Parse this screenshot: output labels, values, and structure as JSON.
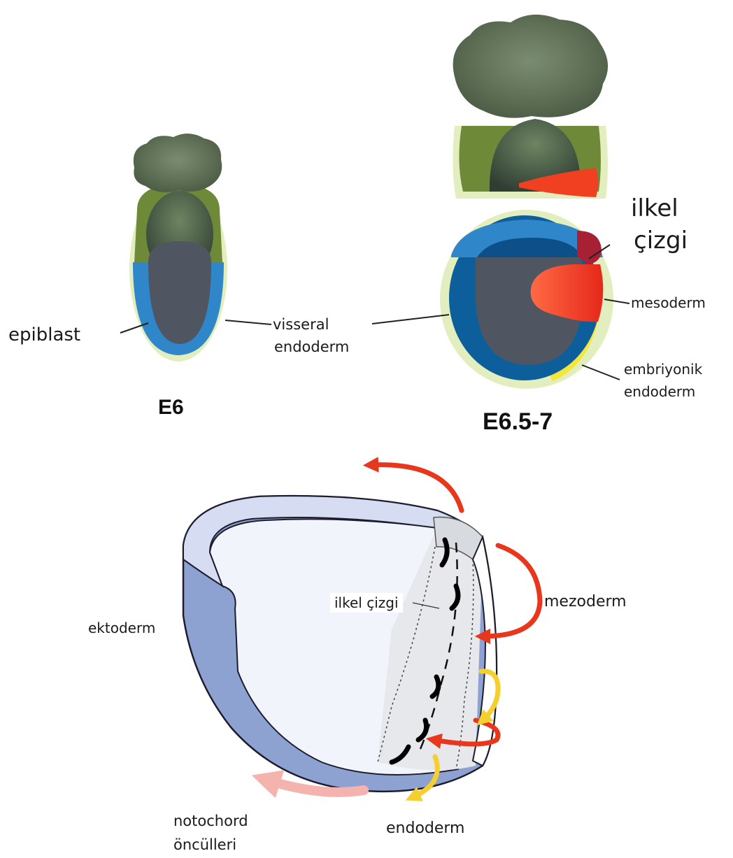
{
  "top": {
    "stages": {
      "e6": "E6",
      "e65": "E6.5-7"
    },
    "labels": {
      "epiblast": "epiblast",
      "visseral": "visseral",
      "visseral_endoderm": "endoderm",
      "ilkel_line1": "ilkel",
      "ilkel_line2": "çizgi",
      "mesoderm": "mesoderm",
      "embriyonik": "embriyonik",
      "embriyonik_endoderm": "endoderm"
    }
  },
  "bottom": {
    "labels": {
      "ilkel_cizgi": "ilkel çizgi",
      "mezoderm": "mezoderm",
      "ektoderm": "ektoderm",
      "notochord_line1": "notochord",
      "notochord_line2": "öncülleri",
      "endoderm": "endoderm"
    }
  },
  "colors": {
    "extraembryonic_dark": "#55684a",
    "extraembryonic_green": "#6e8a38",
    "outer_rim": "#e3eebf",
    "epiblast_blue": "#2f86c9",
    "epiblast_dark_blue": "#0d5f9c",
    "cavity_gray": "#4f5561",
    "mesoderm_red": "#f04021",
    "endoderm_yellow": "#f5e63a",
    "ectoderm_blue": "#8ea2d2",
    "arrow_red": "#e8371d",
    "arrow_yellow": "#f4cf2e",
    "arrow_pink": "#f4b3ad"
  }
}
